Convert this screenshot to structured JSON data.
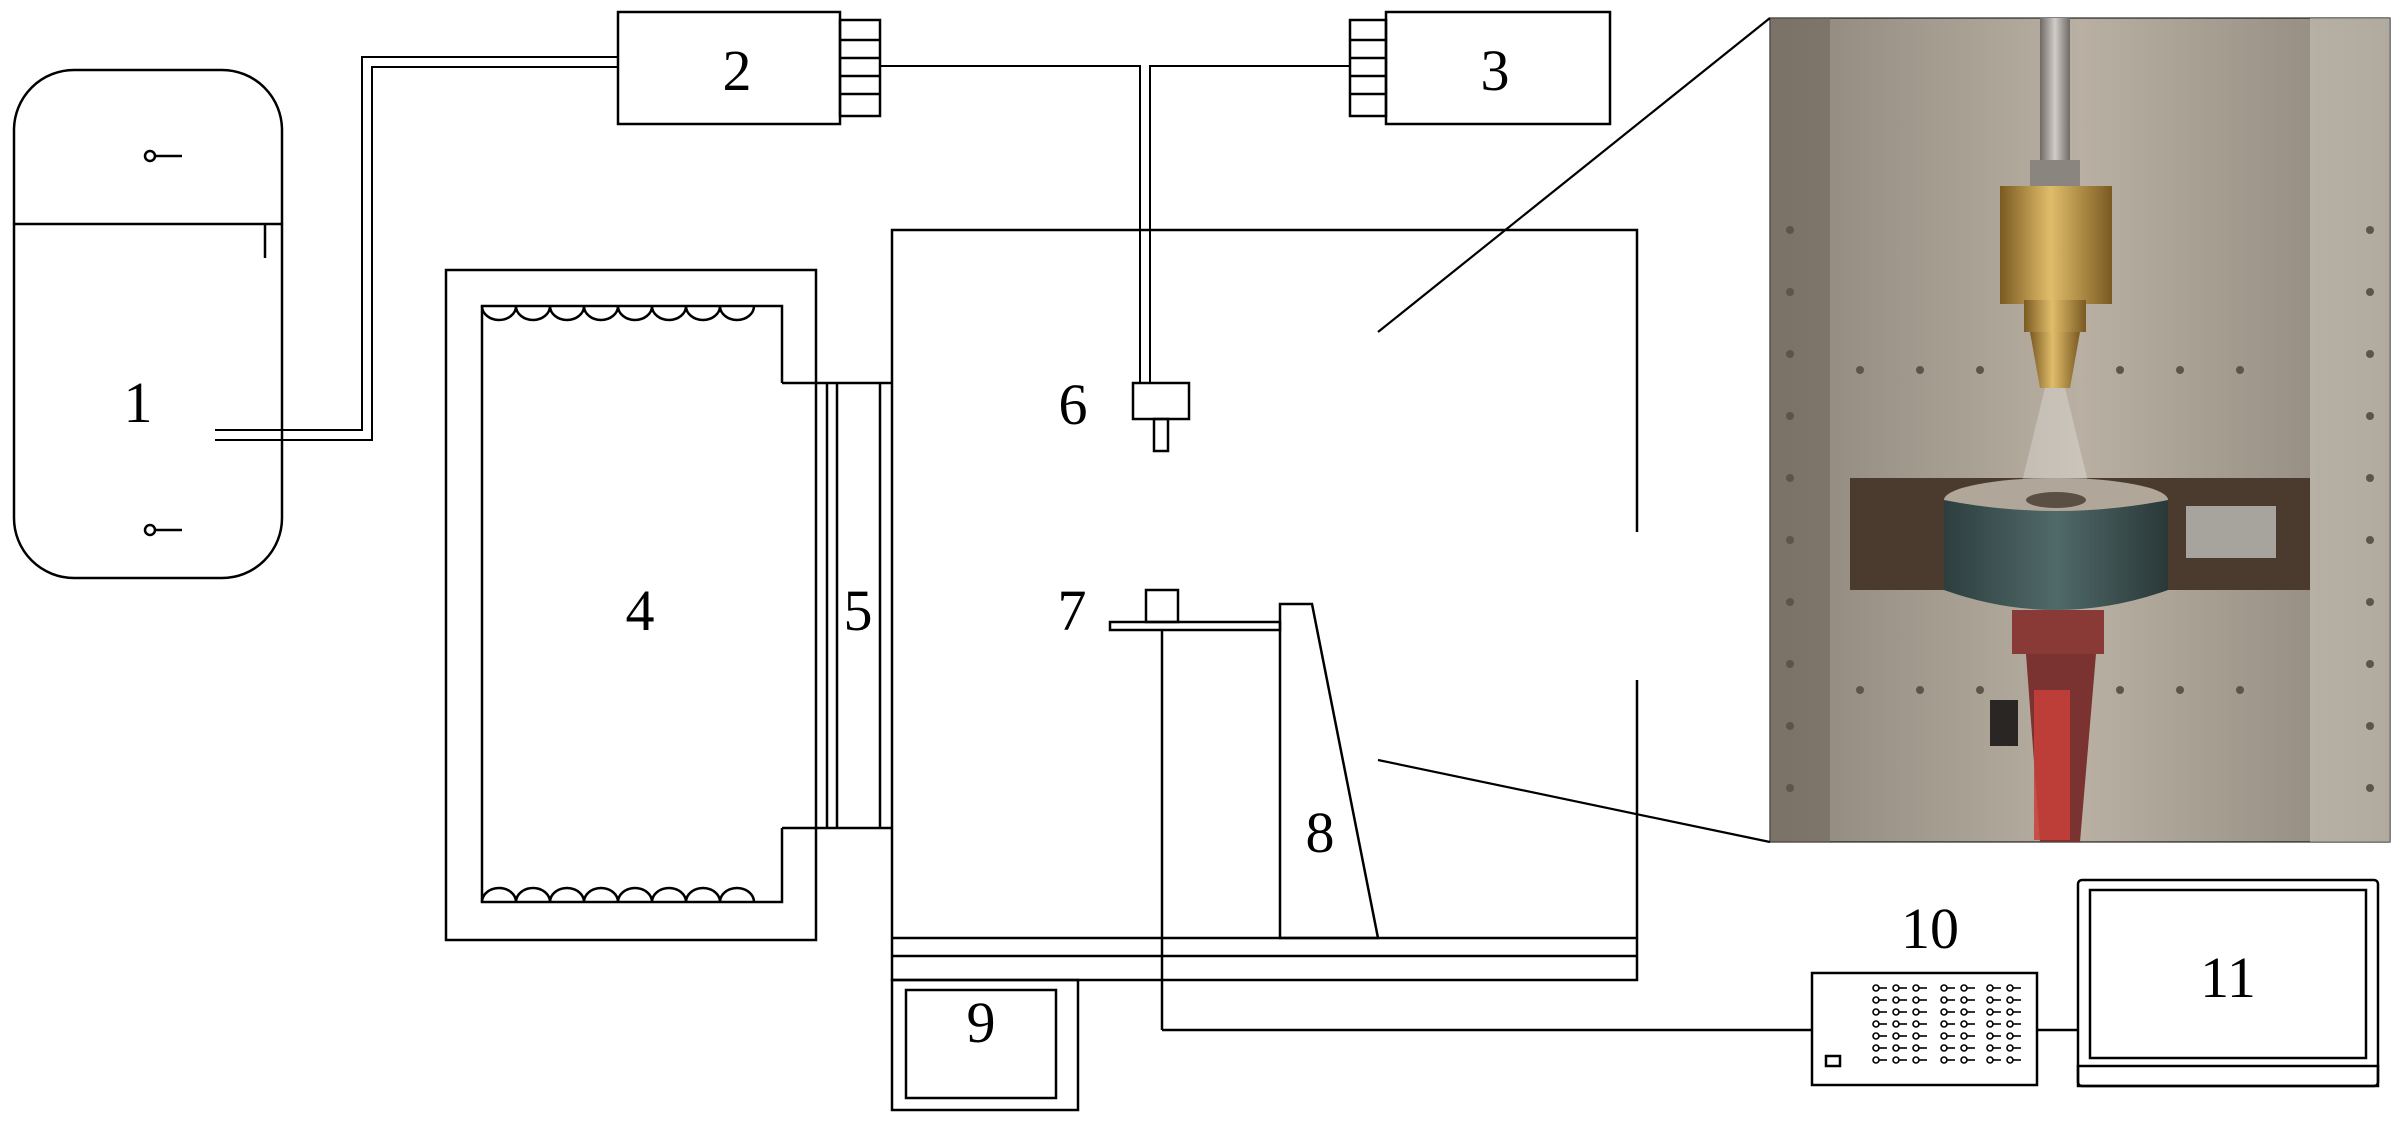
{
  "diagram": {
    "labels": {
      "n1": "1",
      "n2": "2",
      "n3": "3",
      "n4": "4",
      "n5": "5",
      "n6": "6",
      "n7": "7",
      "n8": "8",
      "n9": "9",
      "n10": "10",
      "n11": "11"
    }
  },
  "photo": {
    "colors": {
      "wall": "#b9b0a3",
      "wall_dark": "#8d857a",
      "rod": "#9a9590",
      "brass": "#c39a45",
      "brass_dark": "#8a6a2a",
      "slot": "#4a3b2e",
      "sample": "#3f5655",
      "sample_top": "#b0a79a",
      "holder": "#8a3a36",
      "holder_red": "#c9403a"
    }
  }
}
